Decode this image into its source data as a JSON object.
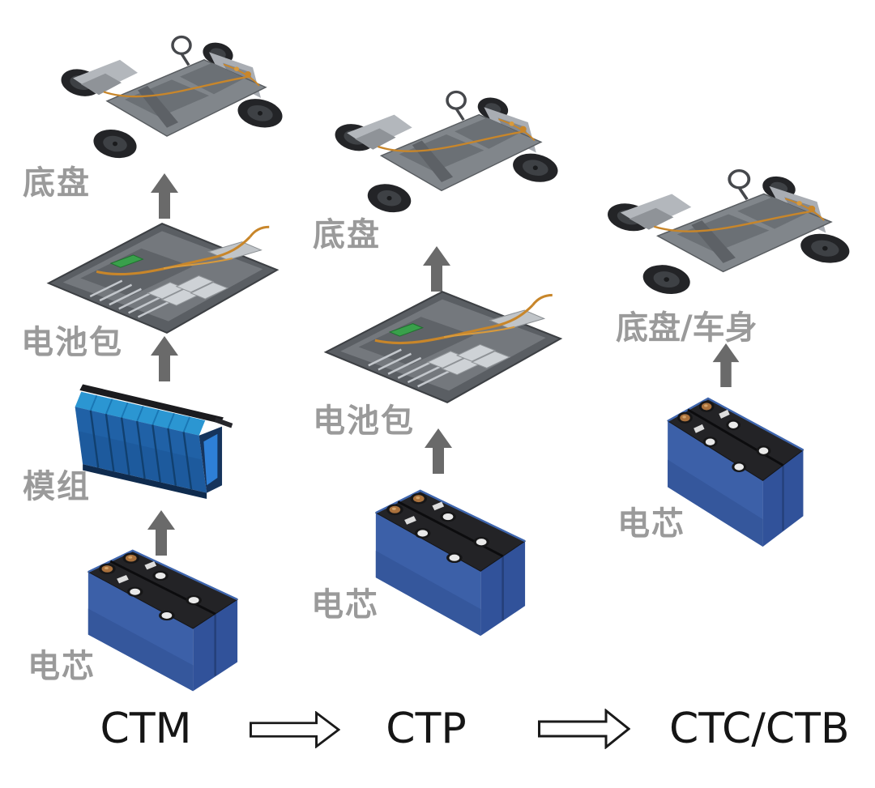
{
  "diagram": {
    "background": "#ffffff",
    "columns": [
      {
        "name": "CTM",
        "stages": [
          {
            "label": "电芯",
            "image": "prismatic-battery-cell-photo"
          },
          {
            "label": "模组",
            "image": "battery-module-photo"
          },
          {
            "label": "电池包",
            "image": "battery-pack-photo"
          },
          {
            "label": "底盘",
            "image": "ev-skateboard-chassis-photo"
          }
        ]
      },
      {
        "name": "CTP",
        "stages": [
          {
            "label": "电芯",
            "image": "prismatic-battery-cell-photo"
          },
          {
            "label": "电池包",
            "image": "battery-pack-photo"
          },
          {
            "label": "底盘",
            "image": "ev-skateboard-chassis-photo"
          }
        ]
      },
      {
        "name": "CTC/CTB",
        "stages": [
          {
            "label": "电芯",
            "image": "prismatic-battery-cell-photo"
          },
          {
            "label": "底盘/车身",
            "image": "ev-skateboard-chassis-photo"
          }
        ]
      }
    ],
    "colors": {
      "stage_label": "#9a9a9a",
      "up_arrow": "#6a6a6a",
      "flow_arrow_outline": "#1a1a1a",
      "process_label": "#151515",
      "module_blue": "#2795d0",
      "cell_blue": "#3c60a8",
      "cable_orange": "#c8862a",
      "chassis_gray": "#81868b"
    }
  }
}
